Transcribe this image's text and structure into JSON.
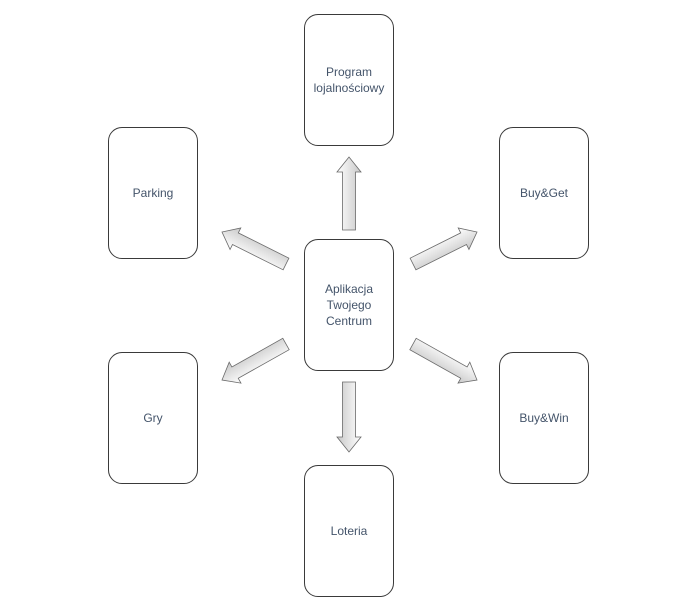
{
  "diagram": {
    "center": "Aplikacja Twojego Centrum",
    "nodes": {
      "top": "Program lojalnościowy",
      "upper_left": "Parking",
      "upper_right": "Buy&Get",
      "lower_left": "Gry",
      "lower_right": "Buy&Win",
      "bottom": "Loteria"
    },
    "colors": {
      "text": "#44546a",
      "border": "#3a3a3a",
      "arrow_fill": "#e6e6e6"
    }
  }
}
